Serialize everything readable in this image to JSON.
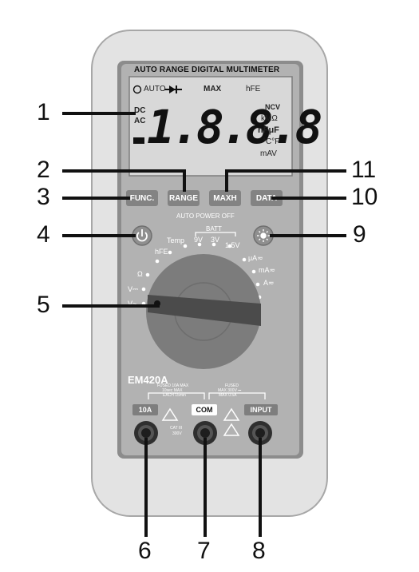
{
  "device": {
    "title": "AUTO RANGE DIGITAL MULTIMETER",
    "model": "EM420A",
    "auto_power_off": "AUTO POWER OFF",
    "colors": {
      "body": "#e3e3e3",
      "frame": "#8c8c8c",
      "panel": "#b2b2b2",
      "lcd": "#d9d9d9",
      "knob": "#7c7c7c",
      "pointer": "#4a4a4a",
      "jack": "#3a3a3a"
    }
  },
  "lcd": {
    "top_row": [
      "AUTO",
      "MAX",
      "hFE"
    ],
    "digits": "1.8.8.8",
    "dc": "DC",
    "ac": "AC",
    "ncv": "NCV",
    "kmohm": "kMΩ",
    "nfuf": "nFμF",
    "temp": "°C°F",
    "mv": "mAV"
  },
  "buttons": {
    "func": "FUNC.",
    "range": "RANGE",
    "maxh": "MAXH",
    "data": "DATA"
  },
  "dial": {
    "temp": "Temp",
    "batt": "BATT",
    "v9": "9V",
    "v3": "3V",
    "v15": "1.5V",
    "hfe": "hFE",
    "ua": "μA≂",
    "ma": "mA≂",
    "a": "A≂",
    "ohm": "Ω",
    "vdc": "V⎓",
    "vac": "V~"
  },
  "jacks": {
    "a10": "10A",
    "com": "COM",
    "input": "INPUT",
    "fuse_left": [
      "FUSED 10A MAX",
      "10sec MAX",
      "EACH 15min"
    ],
    "fuse_right": [
      "FUSED",
      "MAX 300V ⎓",
      "MAX 0.5A"
    ],
    "cat": [
      "CAT III",
      "300V"
    ]
  },
  "callouts": [
    "1",
    "2",
    "3",
    "4",
    "5",
    "6",
    "7",
    "8",
    "9",
    "10",
    "11"
  ]
}
